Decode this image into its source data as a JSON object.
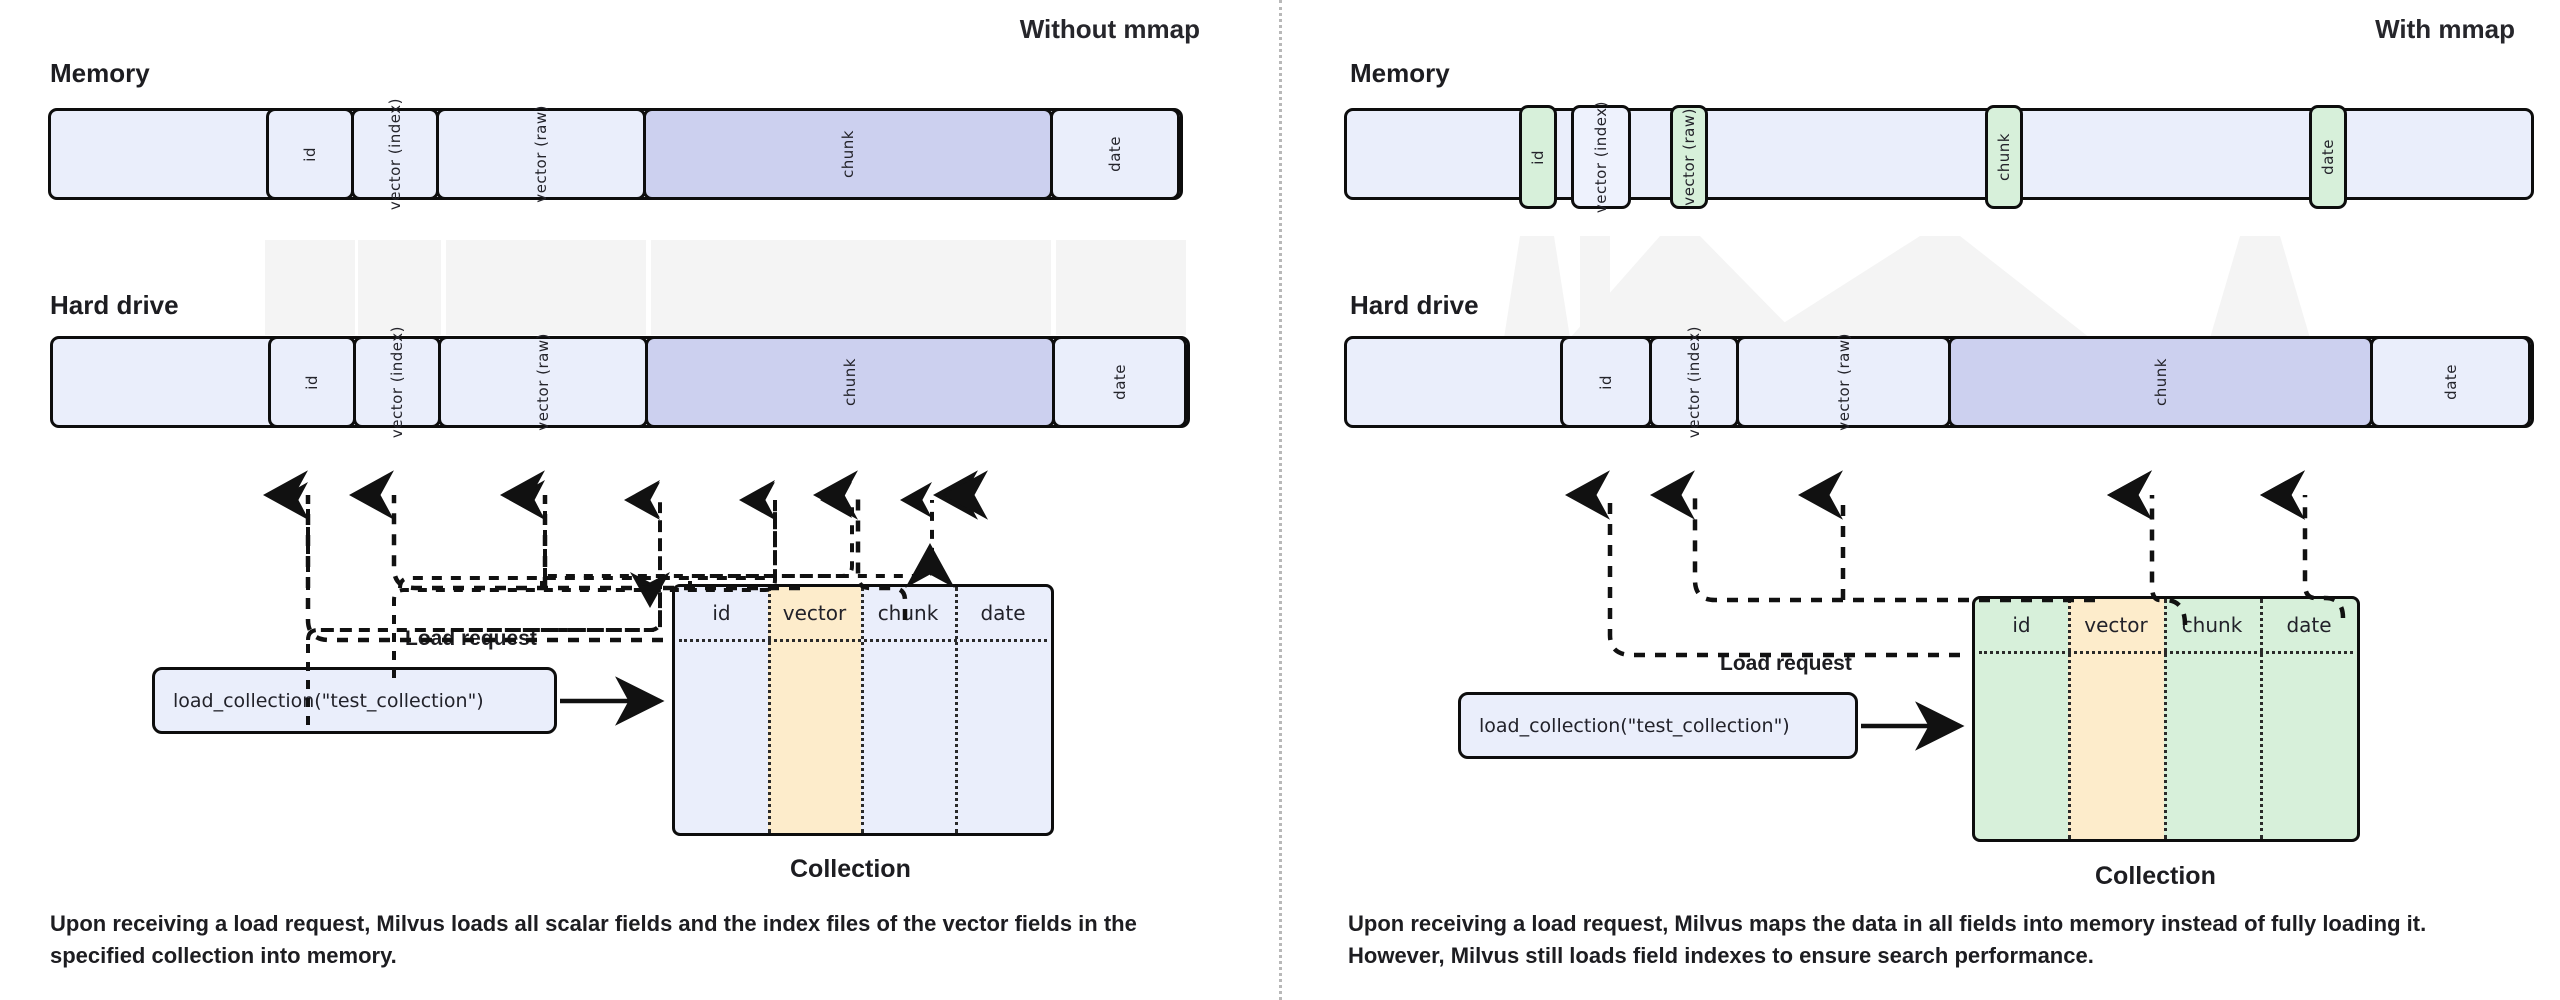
{
  "panels": [
    {
      "title": "Without mmap",
      "memory_label": "Memory",
      "disk_label": "Hard drive",
      "memory_segments": [
        {
          "label": "",
          "kind": "blank"
        },
        {
          "label": "id",
          "kind": "plain"
        },
        {
          "label": "vector (index)",
          "kind": "plain"
        },
        {
          "label": "vector (raw)",
          "kind": "plain"
        },
        {
          "label": "chunk",
          "kind": "chunk"
        },
        {
          "label": "date",
          "kind": "plain"
        }
      ],
      "disk_segments": [
        {
          "label": "",
          "kind": "blank"
        },
        {
          "label": "id",
          "kind": "plain"
        },
        {
          "label": "vector (index)",
          "kind": "plain"
        },
        {
          "label": "vector (raw)",
          "kind": "plain"
        },
        {
          "label": "chunk",
          "kind": "chunk"
        },
        {
          "label": "date",
          "kind": "plain"
        }
      ],
      "load_request_label": "Load request",
      "load_request_code": "load_collection(\"test_collection\")",
      "collection_title": "Collection",
      "collection_columns": [
        "id",
        "vector",
        "chunk",
        "date"
      ],
      "collection_fill": "blue",
      "caption": "Upon receiving a load request, Milvus loads all scalar fields and the index files of the vector fields in the specified collection into memory."
    },
    {
      "title": "With mmap",
      "memory_label": "Memory",
      "disk_label": "Hard drive",
      "memory_segments": [
        {
          "label": "id",
          "kind": "green"
        },
        {
          "label": "vector (index)",
          "kind": "index"
        },
        {
          "label": "vector (raw)",
          "kind": "green"
        },
        {
          "label": "chunk",
          "kind": "green"
        },
        {
          "label": "date",
          "kind": "green"
        }
      ],
      "disk_segments": [
        {
          "label": "",
          "kind": "blank"
        },
        {
          "label": "id",
          "kind": "plain"
        },
        {
          "label": "vector (index)",
          "kind": "plain"
        },
        {
          "label": "vector (raw)",
          "kind": "plain"
        },
        {
          "label": "chunk",
          "kind": "chunk"
        },
        {
          "label": "date",
          "kind": "plain"
        }
      ],
      "load_request_label": "Load request",
      "load_request_code": "load_collection(\"test_collection\")",
      "collection_title": "Collection",
      "collection_columns": [
        "id",
        "vector",
        "chunk",
        "date"
      ],
      "collection_fill": "green",
      "caption": "Upon receiving a load request, Milvus maps the data in all fields into memory instead of fully loading it. However, Milvus still loads field indexes to ensure search performance."
    }
  ],
  "colors": {
    "blue_fill": "#eaeefb",
    "chunk_fill": "#ccd0ef",
    "green_fill": "#d7f0da",
    "vector_fill": "#fdeccb",
    "stroke": "#0d0d0d",
    "connector": "#f4f4f4"
  }
}
